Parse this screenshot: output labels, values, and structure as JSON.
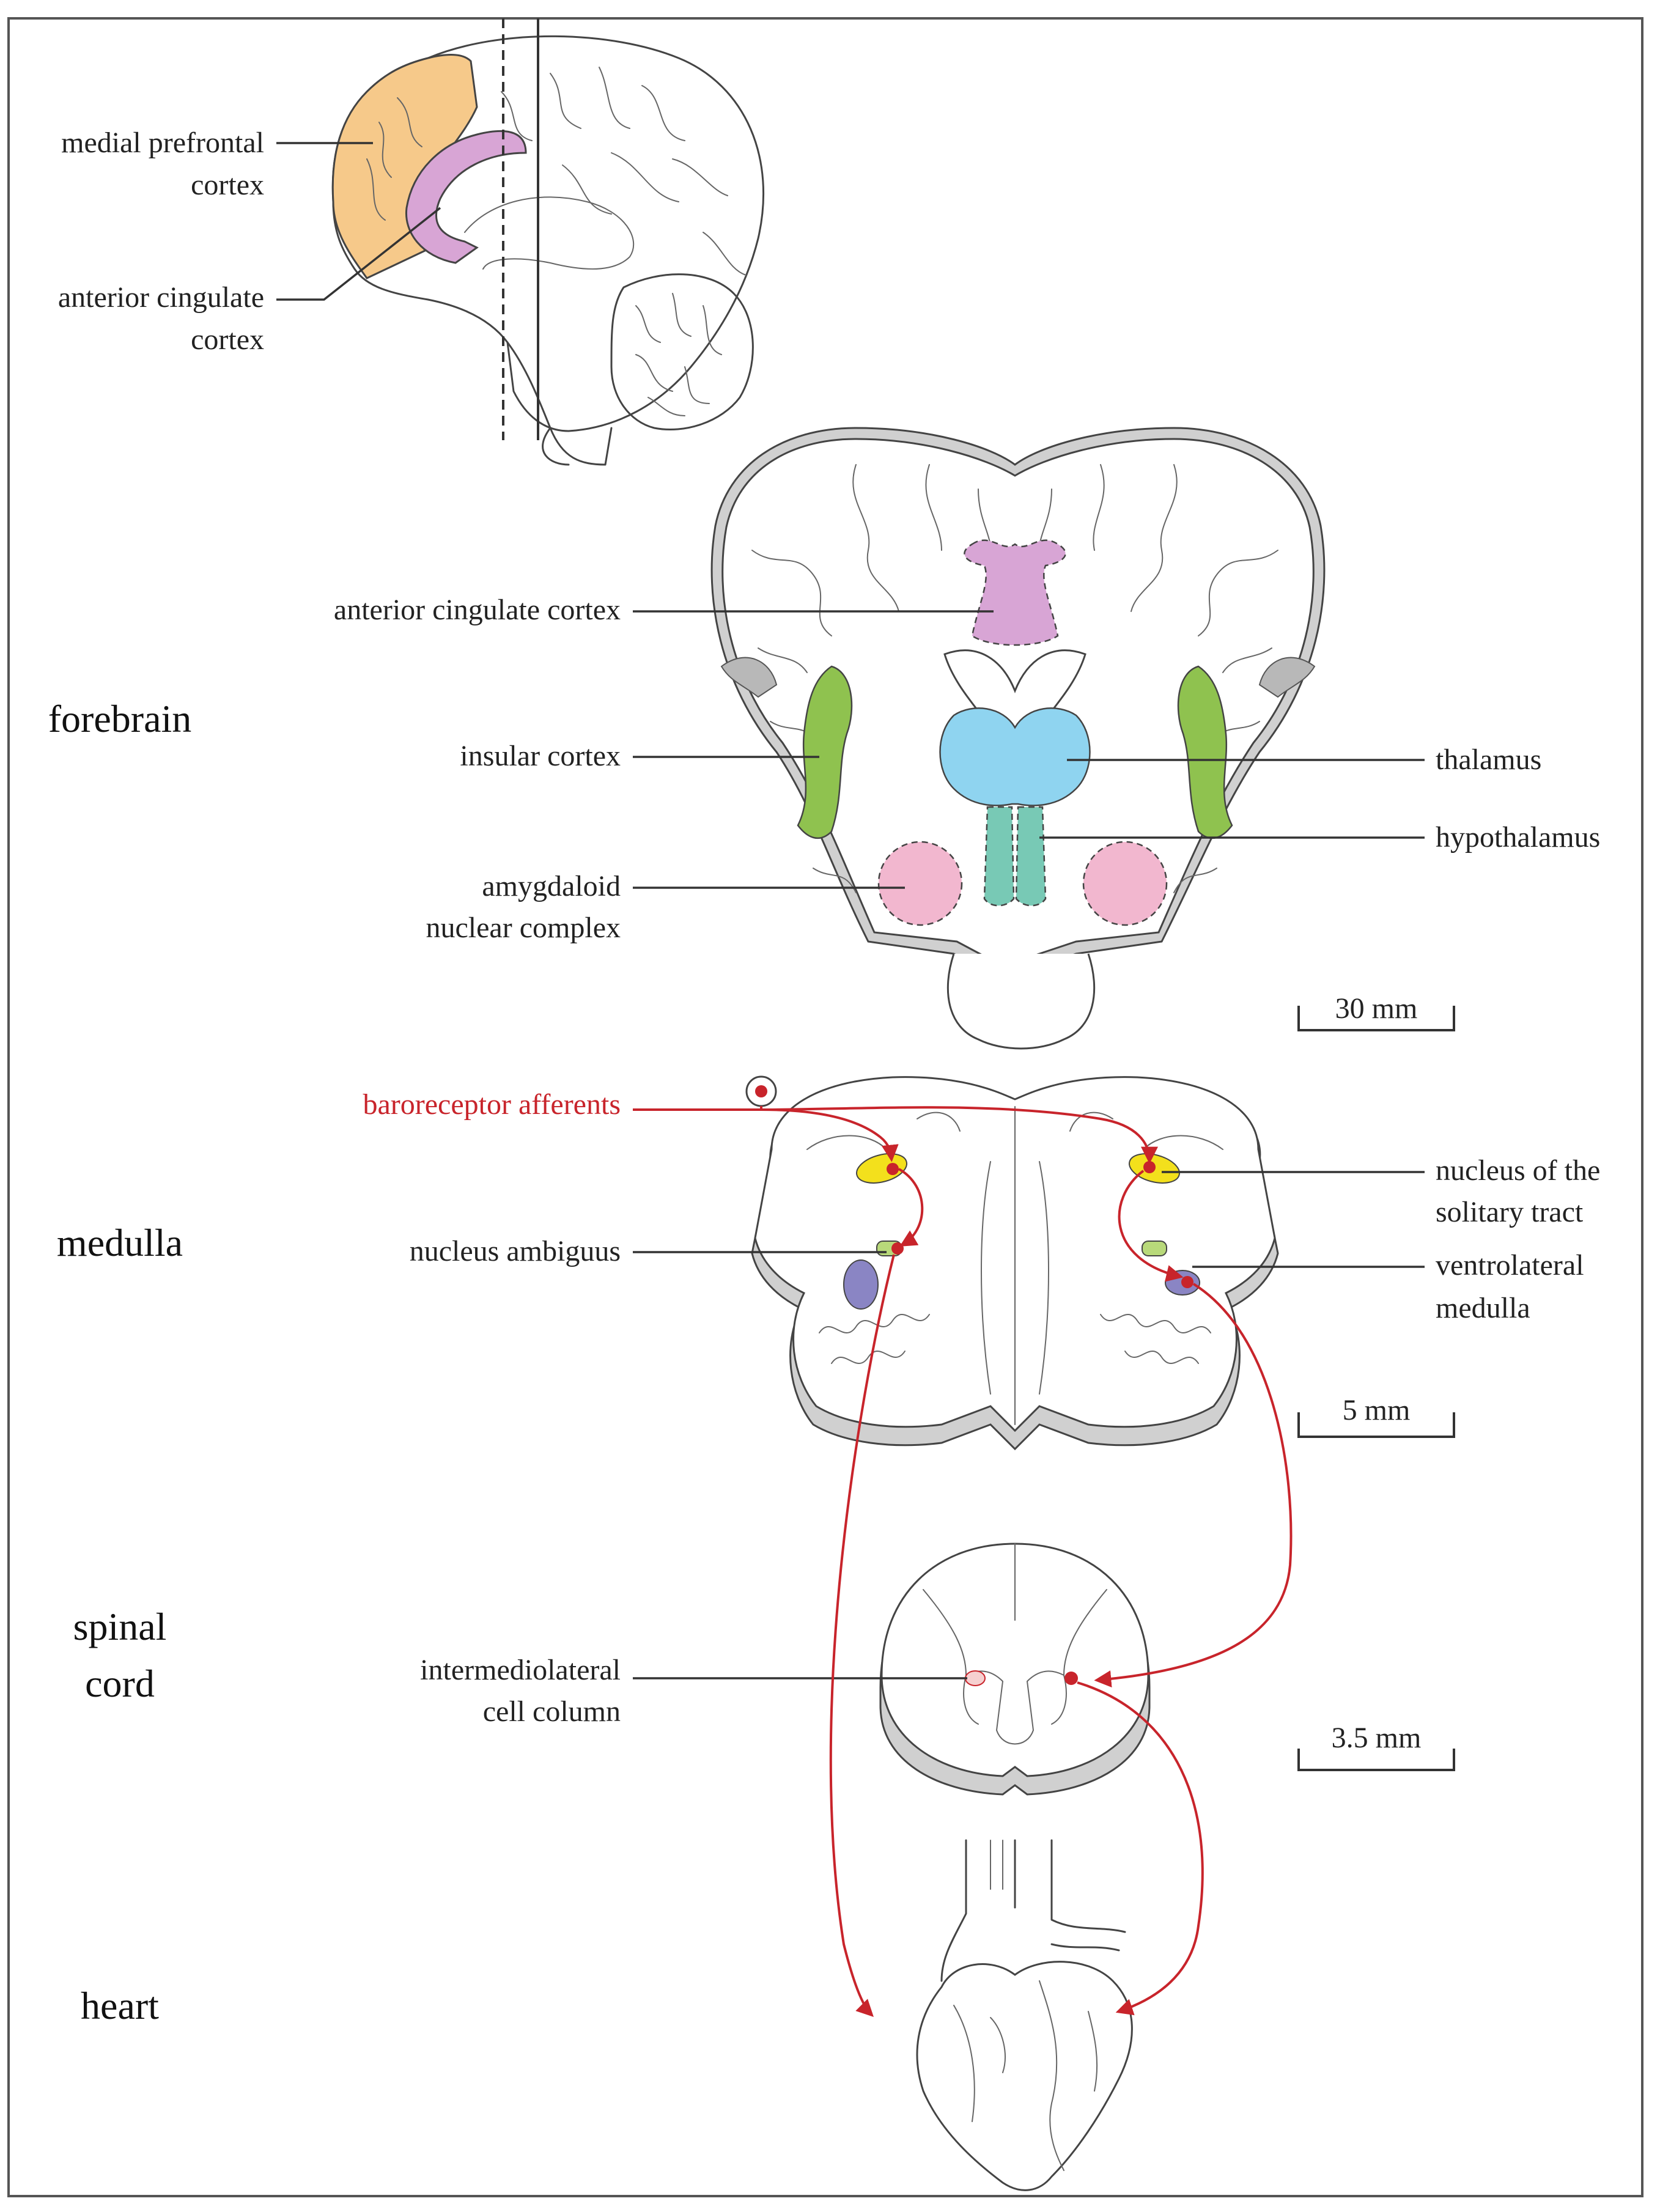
{
  "colors": {
    "pathway": "#c8242b",
    "medial_prefrontal": "#f6c98a",
    "anterior_cingulate": "#d8a5d5",
    "insula": "#8fc24f",
    "thalamus": "#8fd4f0",
    "hypothalamus": "#78c9b5",
    "amygdala": "#f2b7cf",
    "nts": "#f3e01c",
    "ambiguus": "#b8d97a",
    "ventrolateral": "#8a85c4"
  },
  "levels": {
    "forebrain": "forebrain",
    "medulla": "medulla",
    "spinal_cord_line1": "spinal",
    "spinal_cord_line2": "cord",
    "heart": "heart"
  },
  "sagittal": {
    "medial_prefrontal_line1": "medial prefrontal",
    "medial_prefrontal_line2": "cortex",
    "anterior_cingulate_line1": "anterior cingulate",
    "anterior_cingulate_line2": "cortex"
  },
  "coronal": {
    "anterior_cingulate": "anterior cingulate cortex",
    "insular": "insular cortex",
    "amygdaloid_line1": "amygdaloid",
    "amygdaloid_line2": "nuclear complex",
    "thalamus": "thalamus",
    "hypothalamus": "hypothalamus",
    "scale": "30 mm"
  },
  "medulla": {
    "baroreceptor": "baroreceptor afferents",
    "ambiguus": "nucleus ambiguus",
    "nts_line1": "nucleus of the",
    "nts_line2": "solitary tract",
    "vlm_line1": "ventrolateral",
    "vlm_line2": "medulla",
    "scale": "5 mm"
  },
  "spinal": {
    "iml_line1": "intermediolateral",
    "iml_line2": "cell column",
    "scale": "3.5 mm"
  }
}
